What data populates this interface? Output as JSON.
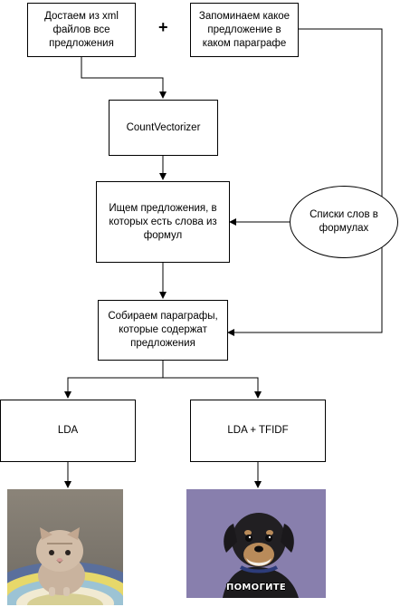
{
  "diagram": {
    "nodes": {
      "extract": "Достаем из xml\nфайлов все\nпредложения",
      "remember": "Запоминаем какое\nпредложение в\nкаком параграфе",
      "vectorizer": "CountVectorizer",
      "search": "Ищем предложения, в\nкоторых есть слова из\nформул",
      "formula_words": "Списки слов в\nформулах",
      "collect": "Собираем параграфы,\nкоторые содержат\nпредложения",
      "lda": "LDA",
      "lda_tfidf": "LDA + TFIDF"
    },
    "plus_sign": "+",
    "meme_caption": "ПОМОГИТЕ",
    "colors": {
      "line": "#000000",
      "box_fill": "#ffffff"
    }
  }
}
